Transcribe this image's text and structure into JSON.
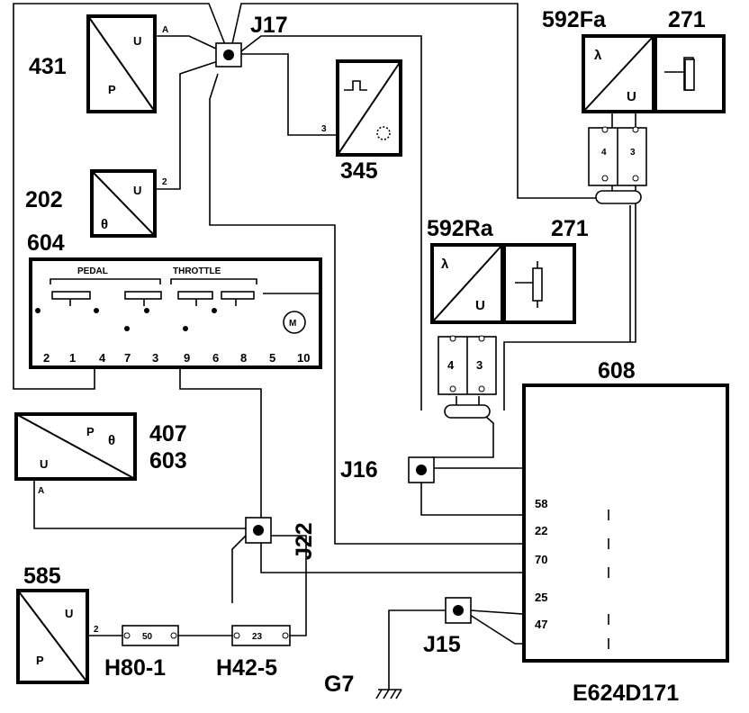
{
  "diagram_id": "E624D171",
  "components": {
    "c431": {
      "id": "431",
      "pin_a": "A",
      "label_u": "U",
      "label_p": "P"
    },
    "c202": {
      "id": "202",
      "pin": "2",
      "label_u": "U",
      "label_theta": "θ"
    },
    "c604": {
      "id": "604",
      "group_pedal": "PEDAL",
      "group_throttle": "THROTTLE",
      "motor": "M",
      "pins": [
        "2",
        "1",
        "4",
        "7",
        "3",
        "9",
        "6",
        "8",
        "5",
        "10"
      ]
    },
    "c345": {
      "id": "345",
      "pin": "3"
    },
    "c592fa": {
      "id": "592Fa",
      "ref": "271",
      "lambda": "λ",
      "label_u": "U",
      "pins": [
        "4",
        "3"
      ]
    },
    "c592ra": {
      "id": "592Ra",
      "ref": "271",
      "lambda": "λ",
      "label_u": "U",
      "pins": [
        "4",
        "3"
      ]
    },
    "c407": {
      "id_top": "407",
      "id_bottom": "603",
      "label_p": "P",
      "label_theta": "θ",
      "label_u": "U",
      "pin_a": "A"
    },
    "c585": {
      "id": "585",
      "label_u": "U",
      "label_p": "P",
      "pin": "2"
    },
    "c608": {
      "id": "608",
      "pins": [
        "58",
        "22",
        "70",
        "25",
        "47"
      ]
    }
  },
  "junctions": {
    "j17": "J17",
    "j16": "J16",
    "j22": "J22",
    "j15": "J15"
  },
  "connectors": {
    "h80": {
      "id": "H80-1",
      "pin": "50"
    },
    "h42": {
      "id": "H42-5",
      "pin": "23"
    }
  },
  "ground": {
    "id": "G7"
  }
}
